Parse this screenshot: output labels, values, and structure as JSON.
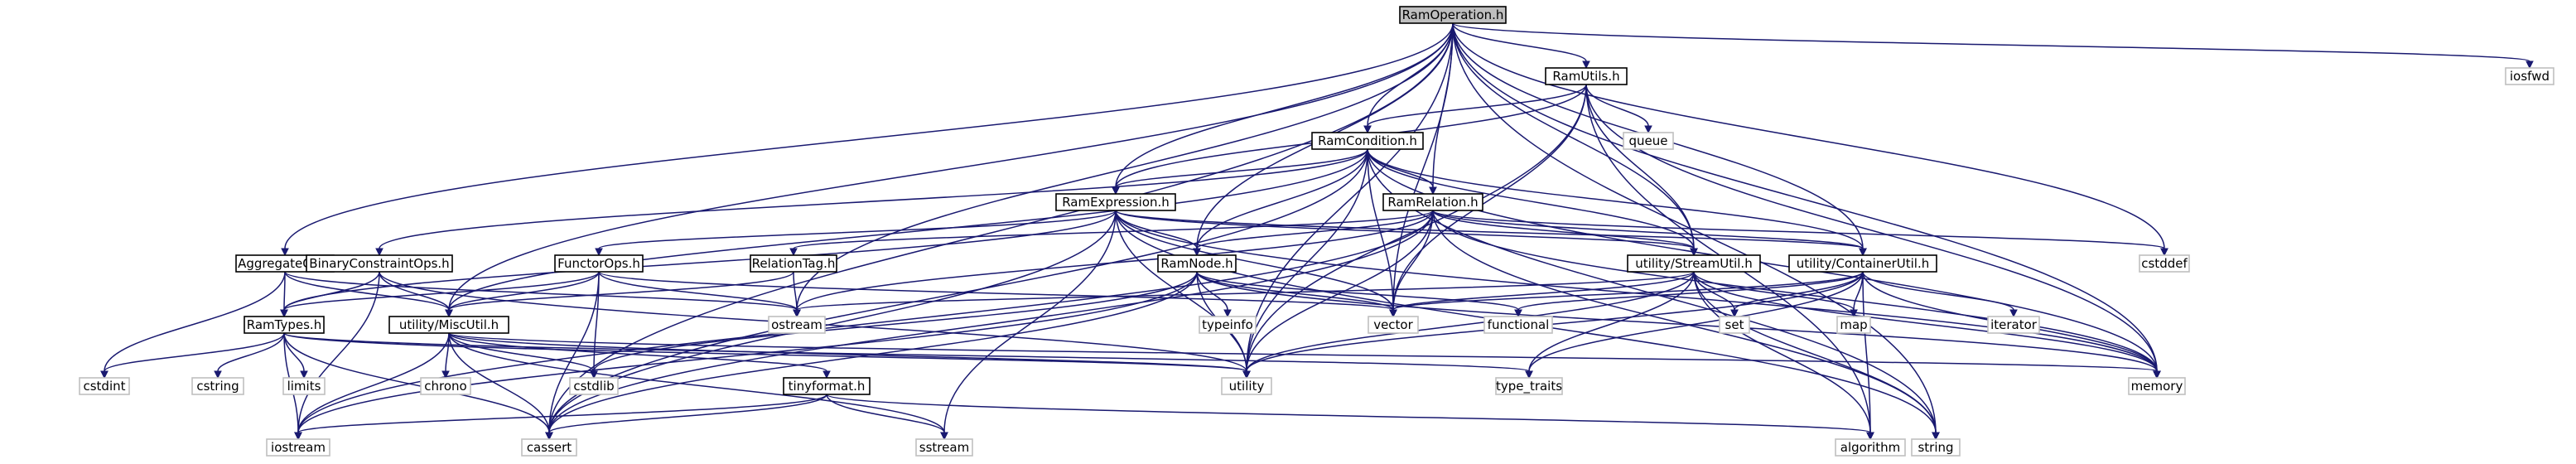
{
  "diagram": {
    "type": "include-dependency-graph",
    "colors": {
      "edge": "#191970",
      "root_fill": "#bfbfbf",
      "documented_border": "#000000",
      "external_border": "#bfbfbf"
    },
    "nodes": [
      {
        "id": "RamOperation",
        "label": "RamOperation.h",
        "kind": "root"
      },
      {
        "id": "RamUtils",
        "label": "RamUtils.h",
        "kind": "documented"
      },
      {
        "id": "iosfwd",
        "label": "iosfwd",
        "kind": "external"
      },
      {
        "id": "RamCondition",
        "label": "RamCondition.h",
        "kind": "documented"
      },
      {
        "id": "queue",
        "label": "queue",
        "kind": "external"
      },
      {
        "id": "RamExpression",
        "label": "RamExpression.h",
        "kind": "documented"
      },
      {
        "id": "RamRelation",
        "label": "RamRelation.h",
        "kind": "documented"
      },
      {
        "id": "AggregateOp",
        "label": "AggregateOp.h",
        "kind": "documented"
      },
      {
        "id": "BinaryConstraintOps",
        "label": "BinaryConstraintOps.h",
        "kind": "documented"
      },
      {
        "id": "FunctorOps",
        "label": "FunctorOps.h",
        "kind": "documented"
      },
      {
        "id": "RelationTag",
        "label": "RelationTag.h",
        "kind": "documented"
      },
      {
        "id": "RamNode",
        "label": "RamNode.h",
        "kind": "documented"
      },
      {
        "id": "StreamUtil",
        "label": "utility/StreamUtil.h",
        "kind": "documented"
      },
      {
        "id": "ContainerUtil",
        "label": "utility/ContainerUtil.h",
        "kind": "documented"
      },
      {
        "id": "cstddef",
        "label": "cstddef",
        "kind": "external"
      },
      {
        "id": "RamTypes",
        "label": "RamTypes.h",
        "kind": "documented"
      },
      {
        "id": "MiscUtil",
        "label": "utility/MiscUtil.h",
        "kind": "documented"
      },
      {
        "id": "ostream",
        "label": "ostream",
        "kind": "external"
      },
      {
        "id": "vector",
        "label": "vector",
        "kind": "external"
      },
      {
        "id": "functional",
        "label": "functional",
        "kind": "external"
      },
      {
        "id": "typeinfo",
        "label": "typeinfo",
        "kind": "external"
      },
      {
        "id": "set",
        "label": "set",
        "kind": "external"
      },
      {
        "id": "map",
        "label": "map",
        "kind": "external"
      },
      {
        "id": "iterator",
        "label": "iterator",
        "kind": "external"
      },
      {
        "id": "cstdint",
        "label": "cstdint",
        "kind": "external"
      },
      {
        "id": "cstring",
        "label": "cstring",
        "kind": "external"
      },
      {
        "id": "limits",
        "label": "limits",
        "kind": "external"
      },
      {
        "id": "chrono",
        "label": "chrono",
        "kind": "external"
      },
      {
        "id": "cstdlib",
        "label": "cstdlib",
        "kind": "external"
      },
      {
        "id": "tinyformat",
        "label": "tinyformat.h",
        "kind": "documented"
      },
      {
        "id": "utility",
        "label": "utility",
        "kind": "external"
      },
      {
        "id": "type_traits",
        "label": "type_traits",
        "kind": "external"
      },
      {
        "id": "memory",
        "label": "memory",
        "kind": "external"
      },
      {
        "id": "iostream",
        "label": "iostream",
        "kind": "external"
      },
      {
        "id": "cassert",
        "label": "cassert",
        "kind": "external"
      },
      {
        "id": "sstream",
        "label": "sstream",
        "kind": "external"
      },
      {
        "id": "algorithm",
        "label": "algorithm",
        "kind": "external"
      },
      {
        "id": "string",
        "label": "string",
        "kind": "external"
      }
    ],
    "edges": [
      [
        "RamOperation",
        "RamUtils"
      ],
      [
        "RamOperation",
        "iosfwd"
      ],
      [
        "RamOperation",
        "RamCondition"
      ],
      [
        "RamOperation",
        "RamExpression"
      ],
      [
        "RamOperation",
        "RamRelation"
      ],
      [
        "RamOperation",
        "AggregateOp"
      ],
      [
        "RamOperation",
        "RamNode"
      ],
      [
        "RamOperation",
        "StreamUtil"
      ],
      [
        "RamOperation",
        "ContainerUtil"
      ],
      [
        "RamOperation",
        "cstddef"
      ],
      [
        "RamOperation",
        "ostream"
      ],
      [
        "RamOperation",
        "vector"
      ],
      [
        "RamOperation",
        "utility"
      ],
      [
        "RamOperation",
        "memory"
      ],
      [
        "RamOperation",
        "cassert"
      ],
      [
        "RamOperation",
        "string"
      ],
      [
        "RamOperation",
        "MiscUtil"
      ],
      [
        "RamUtils",
        "RamCondition"
      ],
      [
        "RamUtils",
        "RamExpression"
      ],
      [
        "RamUtils",
        "queue"
      ],
      [
        "RamUtils",
        "vector"
      ],
      [
        "RamUtils",
        "utility"
      ],
      [
        "RamUtils",
        "memory"
      ],
      [
        "RamUtils",
        "algorithm"
      ],
      [
        "RamUtils",
        "StreamUtil"
      ],
      [
        "RamCondition",
        "RamExpression"
      ],
      [
        "RamCondition",
        "RamRelation"
      ],
      [
        "RamCondition",
        "RamNode"
      ],
      [
        "RamCondition",
        "BinaryConstraintOps"
      ],
      [
        "RamCondition",
        "StreamUtil"
      ],
      [
        "RamCondition",
        "ContainerUtil"
      ],
      [
        "RamCondition",
        "vector"
      ],
      [
        "RamCondition",
        "utility"
      ],
      [
        "RamCondition",
        "memory"
      ],
      [
        "RamCondition",
        "string"
      ],
      [
        "RamCondition",
        "cassert"
      ],
      [
        "RamCondition",
        "MiscUtil"
      ],
      [
        "RamExpression",
        "RamNode"
      ],
      [
        "RamExpression",
        "FunctorOps"
      ],
      [
        "RamExpression",
        "RamTypes"
      ],
      [
        "RamExpression",
        "StreamUtil"
      ],
      [
        "RamExpression",
        "ContainerUtil"
      ],
      [
        "RamExpression",
        "vector"
      ],
      [
        "RamExpression",
        "utility"
      ],
      [
        "RamExpression",
        "memory"
      ],
      [
        "RamExpression",
        "string"
      ],
      [
        "RamExpression",
        "sstream"
      ],
      [
        "RamExpression",
        "cassert"
      ],
      [
        "RamRelation",
        "RamNode"
      ],
      [
        "RamRelation",
        "RelationTag"
      ],
      [
        "RamRelation",
        "StreamUtil"
      ],
      [
        "RamRelation",
        "ContainerUtil"
      ],
      [
        "RamRelation",
        "cstddef"
      ],
      [
        "RamRelation",
        "vector"
      ],
      [
        "RamRelation",
        "utility"
      ],
      [
        "RamRelation",
        "memory"
      ],
      [
        "RamRelation",
        "string"
      ],
      [
        "RamRelation",
        "ostream"
      ],
      [
        "RamRelation",
        "cassert"
      ],
      [
        "RamRelation",
        "iostream"
      ],
      [
        "AggregateOp",
        "RamTypes"
      ],
      [
        "AggregateOp",
        "MiscUtil"
      ],
      [
        "AggregateOp",
        "cstdint"
      ],
      [
        "AggregateOp",
        "ostream"
      ],
      [
        "BinaryConstraintOps",
        "RamTypes"
      ],
      [
        "BinaryConstraintOps",
        "MiscUtil"
      ],
      [
        "BinaryConstraintOps",
        "iostream"
      ],
      [
        "BinaryConstraintOps",
        "utility"
      ],
      [
        "FunctorOps",
        "RamTypes"
      ],
      [
        "FunctorOps",
        "MiscUtil"
      ],
      [
        "FunctorOps",
        "ostream"
      ],
      [
        "FunctorOps",
        "cstdlib"
      ],
      [
        "FunctorOps",
        "cassert"
      ],
      [
        "FunctorOps",
        "vector"
      ],
      [
        "RelationTag",
        "ostream"
      ],
      [
        "RelationTag",
        "MiscUtil"
      ],
      [
        "RamNode",
        "functional"
      ],
      [
        "RamNode",
        "typeinfo"
      ],
      [
        "RamNode",
        "vector"
      ],
      [
        "RamNode",
        "utility"
      ],
      [
        "RamNode",
        "memory"
      ],
      [
        "RamNode",
        "cassert"
      ],
      [
        "RamNode",
        "iostream"
      ],
      [
        "RamNode",
        "cstdlib"
      ],
      [
        "StreamUtil",
        "ostream"
      ],
      [
        "StreamUtil",
        "vector"
      ],
      [
        "StreamUtil",
        "set"
      ],
      [
        "StreamUtil",
        "map"
      ],
      [
        "StreamUtil",
        "type_traits"
      ],
      [
        "StreamUtil",
        "utility"
      ],
      [
        "StreamUtil",
        "memory"
      ],
      [
        "StreamUtil",
        "string"
      ],
      [
        "StreamUtil",
        "algorithm"
      ],
      [
        "ContainerUtil",
        "functional"
      ],
      [
        "ContainerUtil",
        "set"
      ],
      [
        "ContainerUtil",
        "map"
      ],
      [
        "ContainerUtil",
        "iterator"
      ],
      [
        "ContainerUtil",
        "vector"
      ],
      [
        "ContainerUtil",
        "memory"
      ],
      [
        "ContainerUtil",
        "type_traits"
      ],
      [
        "ContainerUtil",
        "utility"
      ],
      [
        "ContainerUtil",
        "algorithm"
      ],
      [
        "RamTypes",
        "cstdint"
      ],
      [
        "RamTypes",
        "cstring"
      ],
      [
        "RamTypes",
        "limits"
      ],
      [
        "RamTypes",
        "iostream"
      ],
      [
        "RamTypes",
        "cassert"
      ],
      [
        "RamTypes",
        "type_traits"
      ],
      [
        "RamTypes",
        "utility"
      ],
      [
        "MiscUtil",
        "chrono"
      ],
      [
        "MiscUtil",
        "cstdlib"
      ],
      [
        "MiscUtil",
        "tinyformat"
      ],
      [
        "MiscUtil",
        "utility"
      ],
      [
        "MiscUtil",
        "iostream"
      ],
      [
        "MiscUtil",
        "cassert"
      ],
      [
        "MiscUtil",
        "memory"
      ],
      [
        "MiscUtil",
        "sstream"
      ],
      [
        "tinyformat",
        "cassert"
      ],
      [
        "tinyformat",
        "iostream"
      ],
      [
        "tinyformat",
        "sstream"
      ],
      [
        "tinyformat",
        "algorithm"
      ]
    ]
  }
}
